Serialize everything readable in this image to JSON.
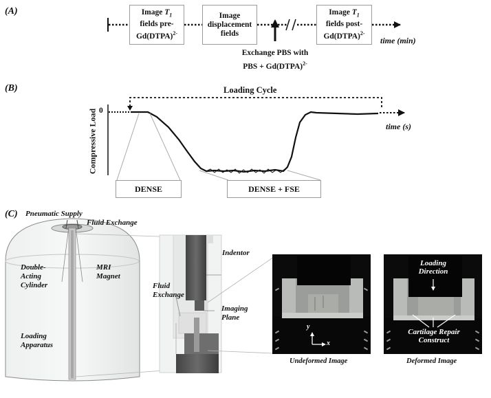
{
  "panel_a": {
    "label": "(A)",
    "box1": {
      "prefix": "Image ",
      "var": "T",
      "sub": "1",
      "line2": "fields pre-",
      "line3": "Gd(DTPA)",
      "sup": "2-"
    },
    "box2": {
      "line1": "Image",
      "line2": "displacement",
      "line3": "fields"
    },
    "box3": {
      "prefix": "Image ",
      "var": "T",
      "sub": "1",
      "line2": "fields post-",
      "line3": "Gd(DTPA)",
      "sup": "2-"
    },
    "exchange_line1": "Exchange PBS with",
    "exchange_line2": "PBS + Gd(DTPA)",
    "exchange_sup": "2-",
    "time_axis": "time (min)"
  },
  "panel_b": {
    "label": "(B)",
    "loading_cycle": "Loading Cycle",
    "y_label": "Compressive Load",
    "zero": "0",
    "time_axis": "time (s)",
    "box_dense": "DENSE",
    "box_dense_fse": "DENSE + FSE"
  },
  "panel_c": {
    "label": "(C)",
    "pneumatic_supply": "Pneumatic Supply",
    "fluid_exchange_top": "Fluid Exchange",
    "double_acting": [
      "Double-",
      "Acting",
      "Cylinder"
    ],
    "mri_magnet": [
      "MRI",
      "Magnet"
    ],
    "loading_apparatus": [
      "Loading",
      "Apparatus"
    ],
    "indentor": "Indentor",
    "fluid_exchange_mid": [
      "Fluid",
      "Exchange"
    ],
    "imaging_plane": [
      "Imaging",
      "Plane"
    ],
    "axis_y": "y",
    "axis_x": "x",
    "loading_direction": [
      "Loading",
      "Direction"
    ],
    "cartilage": [
      "Cartilage Repair",
      "Construct"
    ],
    "caption_undeformed": "Undeformed Image",
    "caption_deformed": "Deformed Image"
  }
}
